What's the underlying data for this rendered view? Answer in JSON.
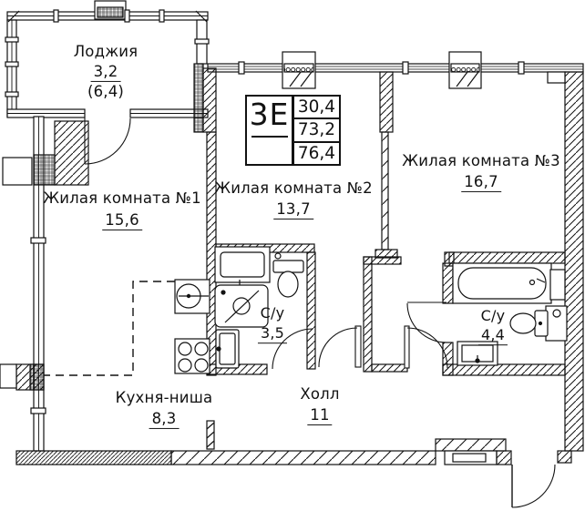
{
  "stamp": {
    "type": "3Е",
    "row1": "30,4",
    "row2": "73,2",
    "row3": "76,4"
  },
  "rooms": {
    "loggia": {
      "name": "Лоджия",
      "area": "3,2",
      "area_alt": "(6,4)"
    },
    "room1": {
      "name": "Жилая комната №1",
      "area": "15,6"
    },
    "room2": {
      "name": "Жилая комната №2",
      "area": "13,7"
    },
    "room3": {
      "name": "Жилая комната №3",
      "area": "16,7"
    },
    "bath1": {
      "name": "С/у",
      "area": "3,5"
    },
    "bath2": {
      "name": "С/у",
      "area": "4,4"
    },
    "kitchen": {
      "name": "Кухня-ниша",
      "area": "8,3"
    },
    "hall": {
      "name": "Холл",
      "area": "11"
    }
  }
}
